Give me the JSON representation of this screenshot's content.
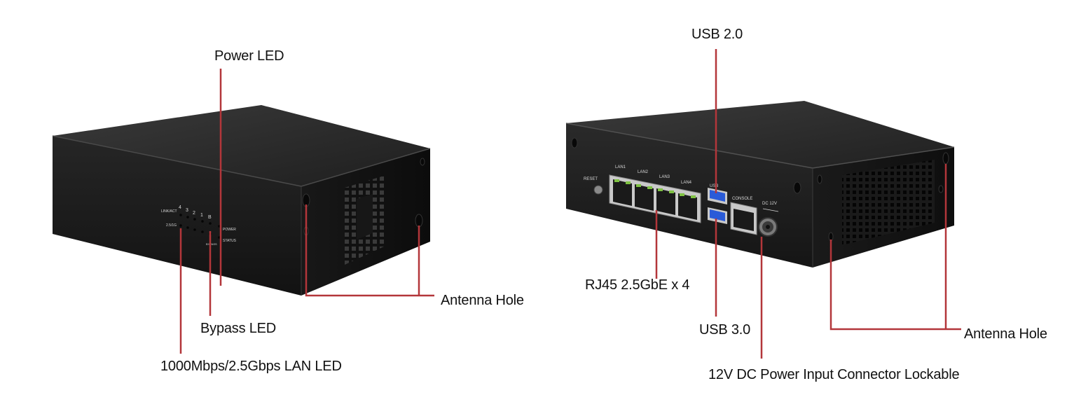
{
  "callouts": {
    "power_led": "Power LED",
    "antenna_hole_front": "Antenna Hole",
    "bypass_led": "Bypass LED",
    "lan_led": "1000Mbps/2.5Gbps LAN LED",
    "usb2": "USB 2.0",
    "rj45": "RJ45 2.5GbE x 4",
    "usb3": "USB 3.0",
    "dc_power": "12V DC Power Input Connector Lockable",
    "antenna_hole_rear": "Antenna Hole"
  },
  "front_panel": {
    "linkact": "LINK/ACT",
    "speed": "2.5/1G",
    "port_numbers": [
      "4",
      "3",
      "2",
      "1"
    ],
    "bypass_symbol": "B",
    "power": "POWER",
    "status": "STATUS",
    "bypass_label": "BYPASS"
  },
  "rear_panel": {
    "reset": "RESET",
    "lan1": "LAN1",
    "lan2": "LAN2",
    "lan3": "LAN3",
    "lan4": "LAN4",
    "usb": "USB",
    "console": "CONSOLE",
    "dc": "DC 12V"
  },
  "colors": {
    "leader_line": "#b3363a",
    "device_body": "#1c1c1c",
    "device_top": "#2e2e2e",
    "port_green": "#7fc243",
    "usb_blue": "#2a5bd8"
  }
}
